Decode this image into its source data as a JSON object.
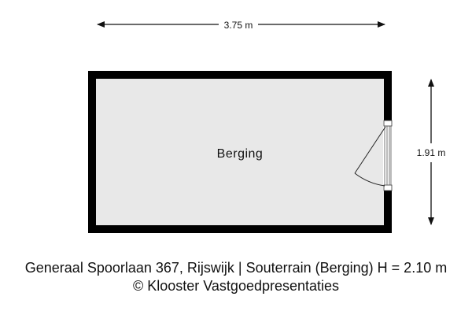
{
  "plan": {
    "room_label": "Berging",
    "width_dimension": "3.75 m",
    "height_dimension": "1.91 m",
    "colors": {
      "wall": "#000000",
      "floor": "#e8e8e8",
      "line": "#111111"
    }
  },
  "caption": {
    "line1": "Generaal Spoorlaan 367, Rijswijk | Souterrain (Berging) H = 2.10 m",
    "line2": "© Klooster Vastgoedpresentaties"
  }
}
